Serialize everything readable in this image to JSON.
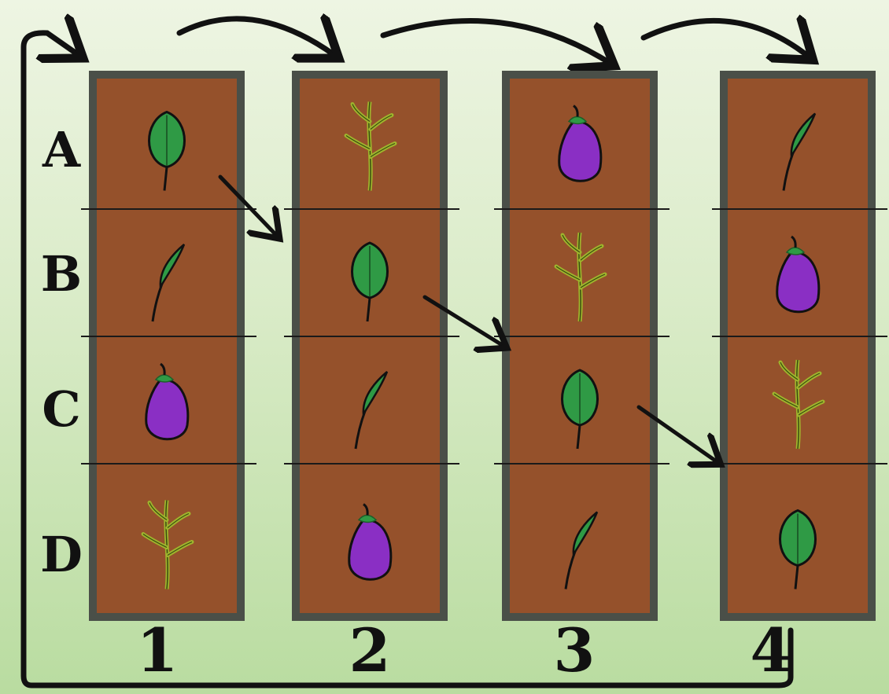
{
  "rows": [
    "A",
    "B",
    "C",
    "D"
  ],
  "columns": [
    "1",
    "2",
    "3",
    "4"
  ],
  "plots": [
    {
      "column": "1",
      "cells": [
        "bean",
        "pepper",
        "eggplant",
        "corn"
      ]
    },
    {
      "column": "2",
      "cells": [
        "corn",
        "bean",
        "pepper",
        "eggplant"
      ]
    },
    {
      "column": "3",
      "cells": [
        "eggplant",
        "corn",
        "bean",
        "pepper"
      ]
    },
    {
      "column": "4",
      "cells": [
        "pepper",
        "eggplant",
        "corn",
        "bean"
      ]
    }
  ],
  "colors": {
    "soil": "#95512b",
    "border": "#4a4f48",
    "leaf": "#2f9a45",
    "eggplant": "#8a2fc4",
    "stem": "#9fb52d",
    "ink": "#111111"
  }
}
